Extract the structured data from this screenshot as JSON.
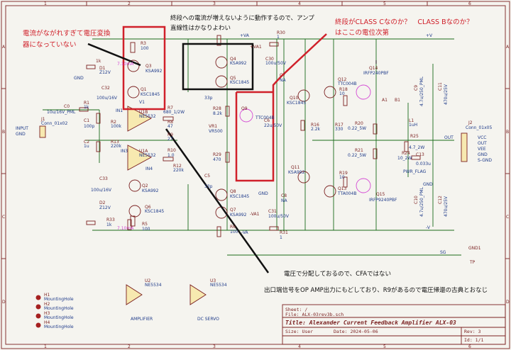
{
  "annotations": {
    "top_note_1": "終段への電流が増えないように動作するので、アンプ",
    "top_note_2": "直線性はかなりよわい",
    "class_note_1": "終段がCLASS Cなのか？　CLASS Bなのか？",
    "class_note_2": "はここの電位次第",
    "left_note_1": "電流がながれすぎて電圧変換",
    "left_note_2": "器になっていない",
    "bottom_note_1": "電圧で分配しておるので、CFAではない",
    "bottom_note_2": "出口端信号をOP AMP出力にもどしており、R9があるので電圧帰還の古典とおなじ"
  },
  "components": {
    "r3": "R3",
    "r3v": "100",
    "q3": "Q3",
    "q3v": "KSA992",
    "q1": "Q1",
    "q1v": "KSC1845",
    "d1": "D1",
    "d1v": "Z12V",
    "c32": "C32",
    "c32v": "100u/16V",
    "r1": "R1",
    "r1v": "1k",
    "c0": "C0",
    "c0v": "10u/16V_PML",
    "c1": "C1",
    "c1v": "100p",
    "r2": "R2",
    "r2v": "100k",
    "r13": "R13",
    "r13v": "220k",
    "c2": "C2",
    "c2v": "1u",
    "u1b": "U1B",
    "u1bv": "NE5532",
    "u1a": "U1A",
    "u1av": "NE5532",
    "r7": "R7",
    "r7v": "680_1/2W",
    "r8": "R8",
    "r8v": "47",
    "r9": "R9",
    "r9v": "27",
    "r10": "R10",
    "r10v": "1.0",
    "r12": "R12",
    "r12v": "220k",
    "q4": "Q4",
    "q4v": "KSA992",
    "q5": "Q5",
    "q5v": "KSC1845",
    "c30": "C30",
    "c30v": "100u/50V",
    "r30": "R30",
    "r30v": "1",
    "r28": "R28",
    "r28v": "8.2k",
    "vr1": "VR1",
    "vr1v": "VR500",
    "r29": "R29",
    "r29v": "470",
    "q9": "Q9",
    "q9v": "TTC004B",
    "c6": "C6",
    "c6v": "22u/50V",
    "c7": "C7",
    "c7v": "NA",
    "c5": "C5",
    "c5v": "33p",
    "c4": "C4",
    "c4v": "33p",
    "q10": "Q10",
    "q10v": "KSC1845",
    "q11": "Q11",
    "q11v": "KSA992",
    "q12": "Q12",
    "q12v": "TTC004B",
    "q13": "Q13",
    "q13v": "TTA004B",
    "q14": "Q14",
    "q14v": "IRFP240PBF",
    "q15": "Q15",
    "q15v": "IRFP9240PBF",
    "r16": "R16",
    "r16v": "2.2k",
    "r17": "R17",
    "r17v": "330",
    "r18": "R18",
    "r18v": "10",
    "r19": "R19",
    "r19v": "10",
    "r20": "R20",
    "r20v": "0.22_5W",
    "r21": "R21",
    "r21v": "0.22_5W",
    "l1": "L1",
    "l1v": "1uH",
    "r25": "R25",
    "r25v": "4.7_2W",
    "r24": "R24",
    "r24v": "10_2W",
    "c13": "C13",
    "c13v": "0.033u",
    "c9": "C9",
    "c9v": "4.7u/250_PML",
    "c11": "C11",
    "c11v": "470u/25V",
    "c10": "C10",
    "c10v": "4.7u/250_PML",
    "c12": "C12",
    "c12v": "470u/25V",
    "q2": "Q2",
    "q2v": "KSA992",
    "q6": "Q6",
    "q6v": "KSC1845",
    "d2": "D2",
    "d2v": "Z12V",
    "c33": "C33",
    "c33v": "100u/16V",
    "r5": "R5",
    "r5v": "100",
    "r33": "R33",
    "r33v": "1k",
    "q8": "Q8",
    "q8v": "KSC1845",
    "q7": "Q7",
    "q7v": "KSA992",
    "r6": "R6",
    "r6v": "100",
    "c31": "C31",
    "c31v": "100u/50V",
    "r31": "R31",
    "r31v": "1",
    "c8": "C8",
    "c8v": "NA",
    "j1": "J1",
    "j1v": "Conn_01x02",
    "j2": "J2",
    "j2v": "Conn_01x05",
    "u2": "U2",
    "u2v": "NE5534",
    "u3": "U3",
    "u3v": "NE5534",
    "u2_label": "AMPLIFIER",
    "u3_label": "DC SERVO",
    "h1": "H1",
    "h2": "H2",
    "h3": "H3",
    "h4": "H4",
    "mhole": "MountingHole",
    "gnd1": "GND1",
    "tp": "TP",
    "a1": "A1",
    "b1": "B1",
    "va1": "+VA1",
    "va1b": "-VA1",
    "current_top": "7.10mA",
    "current_bot": "7.10mA"
  },
  "nets": {
    "vp": "+V",
    "vn": "-V",
    "vap": "+VA",
    "van": "-VA",
    "gnd": "GND",
    "out": "OUT",
    "sg": "SG",
    "in1": "IN1",
    "in3": "IN3",
    "in4": "IN4",
    "v1": "V1",
    "pwr_flag": "PWR_FLAG",
    "input": "INPUT",
    "input_gnd": "GND",
    "j2_pins": [
      "VCC",
      "OUT",
      "VEE",
      "GND",
      "S-GND"
    ]
  },
  "border": {
    "cols": [
      "1",
      "2",
      "3",
      "4",
      "5",
      "6"
    ],
    "rows": [
      "A",
      "B",
      "C",
      "D"
    ]
  },
  "title_block": {
    "sheet": "Sheet: /",
    "file": "File: ALX-03rev3b.sch",
    "title": "Title: Alexander Current Feedback Amplifier  ALX-03",
    "size": "Size: User",
    "date": "Date: 2024-05-06",
    "rev": "Rev: 3",
    "id": "Id: 1/1"
  }
}
